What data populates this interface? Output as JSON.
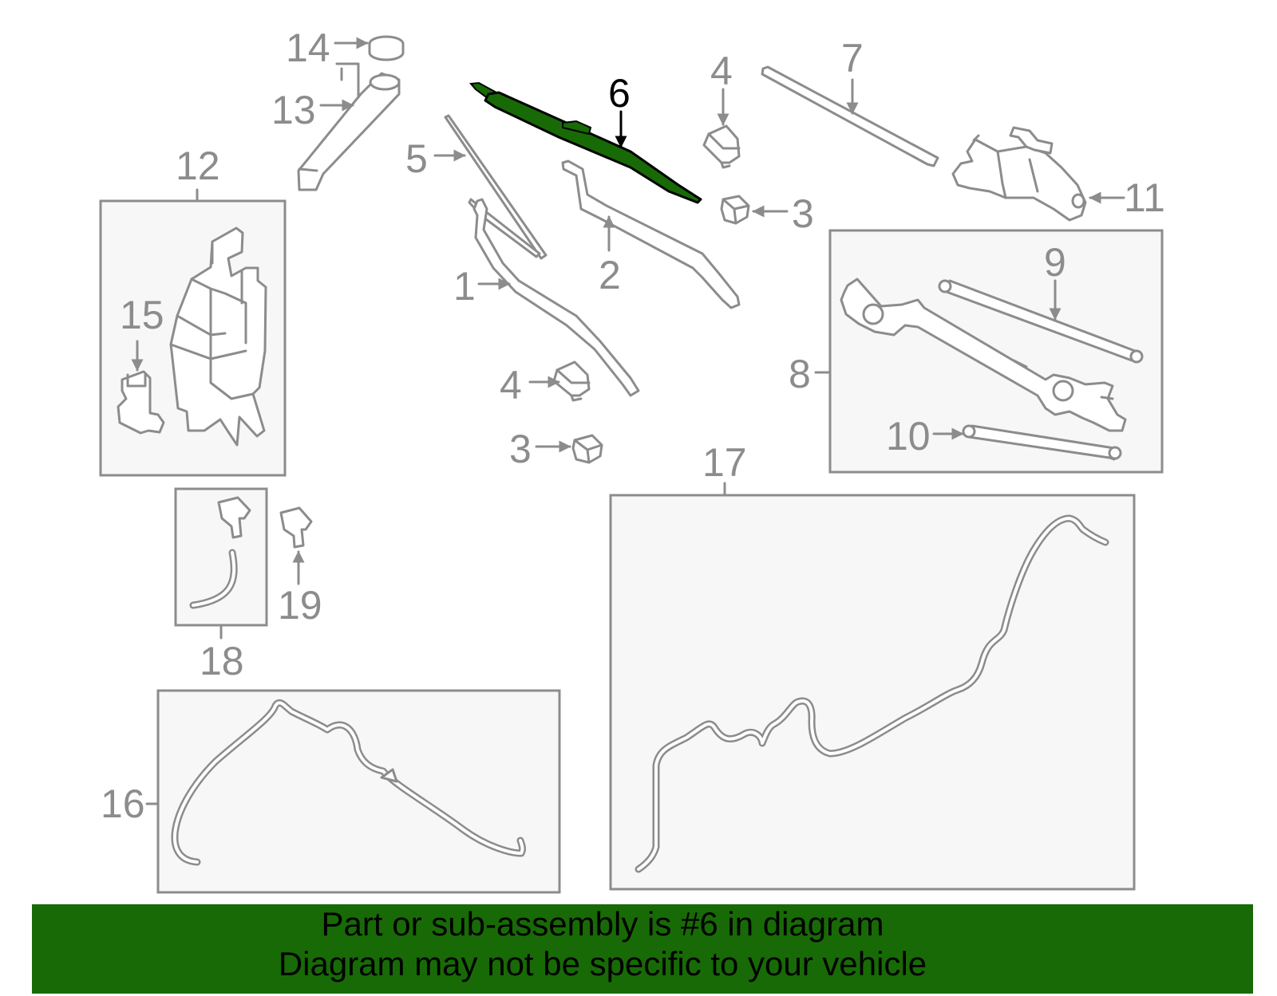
{
  "highlight_color": "#186a06",
  "callouts": {
    "c1": "1",
    "c2": "2",
    "c3a": "3",
    "c3b": "3",
    "c4a": "4",
    "c4b": "4",
    "c5": "5",
    "c6": "6",
    "c7": "7",
    "c8": "8",
    "c9": "9",
    "c10": "10",
    "c11": "11",
    "c12": "12",
    "c13": "13",
    "c14": "14",
    "c15": "15",
    "c16": "16",
    "c17": "17",
    "c18": "18",
    "c19": "19"
  },
  "banner": {
    "line1": "Part or sub-assembly is #6 in diagram",
    "line2": "Diagram may not be specific to your vehicle"
  }
}
